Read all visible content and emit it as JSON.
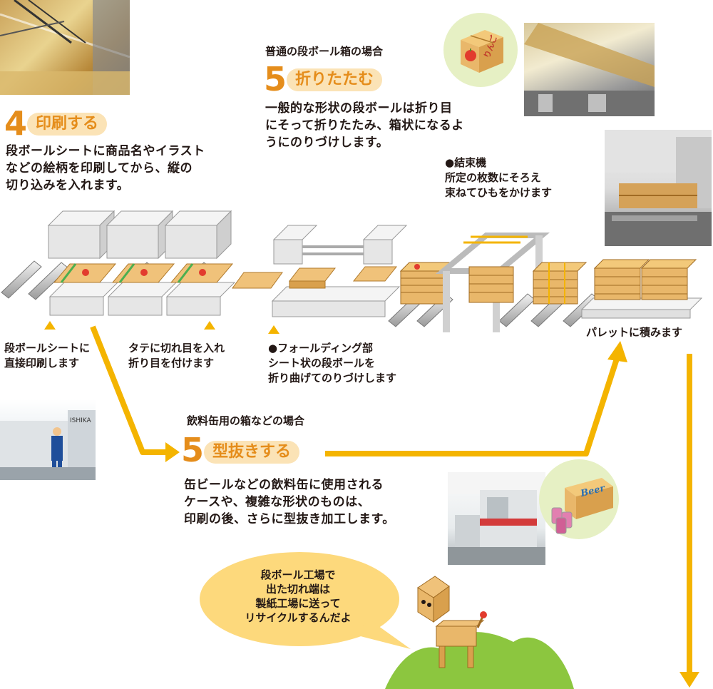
{
  "step4": {
    "number": "4",
    "title": "印刷する",
    "desc_lines": [
      "段ボールシートに商品名やイラスト",
      "などの絵柄を印刷してから、縦の",
      "切り込みを入れます。"
    ]
  },
  "step5a": {
    "caption": "普通の段ボール箱の場合",
    "number": "5",
    "title": "折りたたむ",
    "desc_lines": [
      "一般的な形状の段ボールは折り目",
      "にそって折りたたみ、箱状になるよ",
      "うにのりづけします。"
    ]
  },
  "bundler": {
    "label_lines": [
      "●結束機",
      "所定の枚数にそろえ",
      "束ねてひもをかけます"
    ]
  },
  "labels": {
    "direct_print": [
      "段ボールシートに",
      "直接印刷します"
    ],
    "slit": [
      "タテに切れ目を入れ",
      "折り目を付けます"
    ],
    "folding": [
      "●フォールディング部",
      "シート状の段ボールを",
      "折り曲げてのりづけします"
    ],
    "pallet": "パレットに積みます"
  },
  "step5b": {
    "caption": "飲料缶用の箱などの場合",
    "number": "5",
    "title": "型抜きする",
    "desc_lines": [
      "缶ビールなどの飲料缶に使用される",
      "ケースや、複雑な形状のものは、",
      "印刷の後、さらに型抜き加工します。"
    ]
  },
  "bubble": {
    "lines": [
      "段ボール工場で",
      "出た切れ端は",
      "製紙工場に送って",
      "リサイクルするんだよ"
    ]
  },
  "box_labels": {
    "apple_box": "りんご",
    "beer_box": "Beer",
    "machine_brand": "ISHIKA"
  },
  "colors": {
    "accent_orange": "#e58d1b",
    "arrow_yellow": "#f4b400",
    "cardboard": "#e9b76a",
    "green_hill": "#8cc63f"
  }
}
